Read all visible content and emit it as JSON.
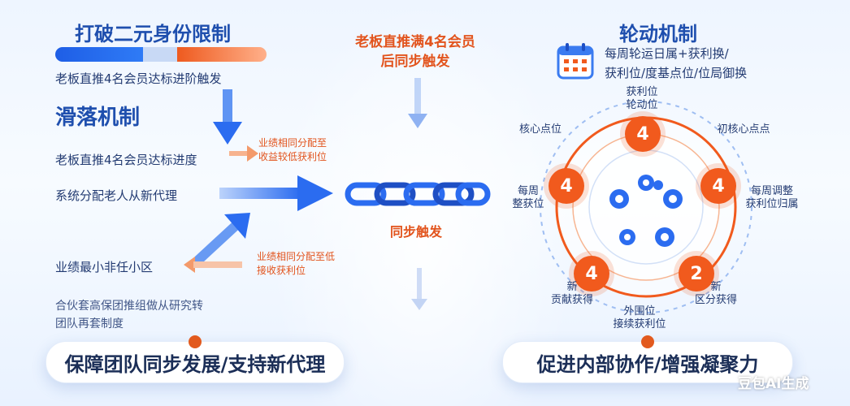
{
  "left": {
    "title": "打破二元身份限制",
    "title_line": "老板直推4名会员达标进阶触发",
    "slide_title": "滑落机制",
    "row1": "老板直推4名会员达标进度",
    "row2": "系统分配老人从新代理",
    "row3": "业绩最小非任小区",
    "row4": "合伙套高保团推组做从研究转",
    "row5": "团队再套制度",
    "note1_line1": "业绩相同分配至",
    "note1_line2": "收益较低获利位",
    "note2_line1": "业绩相同分配至低",
    "note2_line2": "接收获利位"
  },
  "center": {
    "top_line1": "老板直推满4名会员",
    "top_line2": "后同步触发",
    "chain_label": "同步触发"
  },
  "right": {
    "title": "轮动机制",
    "rule_line1": "每周轮运日属+获利换/",
    "rule_line2": "获利位/度基点位/位局御换",
    "labels": {
      "top": "获利位\n轮动位",
      "left_upper": "核心点位",
      "right_upper": "初核心点点",
      "left_mid": "每周\n整获位",
      "right_mid": "每周调整\n获利位归属",
      "left_low": "新\n贡献获得",
      "right_low": "新\n区分获得",
      "bottom": "外围位\n接续获利位"
    },
    "nodes": [
      "4",
      "4",
      "4",
      "4",
      "2"
    ]
  },
  "bottom": {
    "left_pill": "保障团队同步发展/支持新代理",
    "right_pill": "促进内部协作/增强凝聚力"
  },
  "watermark": "豆包AI生成",
  "colors": {
    "blue": "#2b6cf0",
    "orange": "#f15a1d",
    "navy": "#1f4fae"
  }
}
